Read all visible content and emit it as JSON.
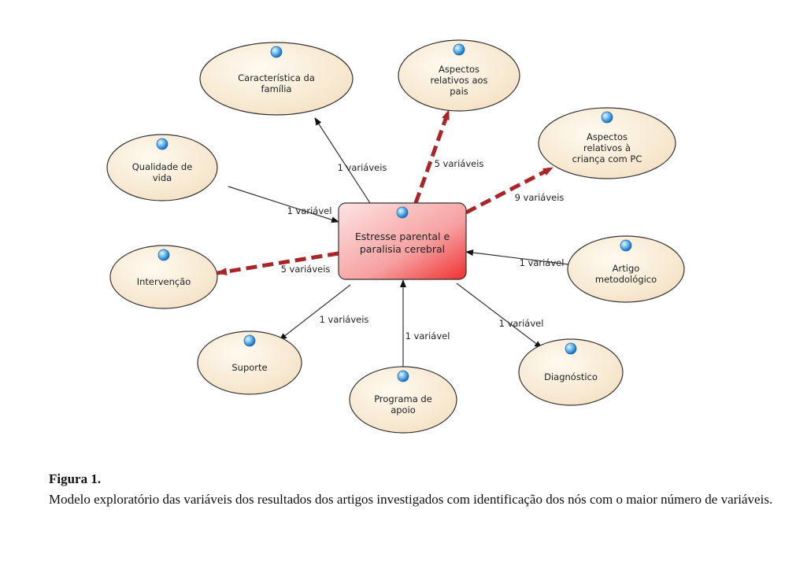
{
  "center": {
    "lines": [
      "Estresse parental e",
      "paralisia cerebral"
    ]
  },
  "nodes": [
    {
      "id": "familia",
      "lines": [
        "Característica da",
        "família"
      ]
    },
    {
      "id": "pais",
      "lines": [
        "Aspectos",
        "relativos aos",
        "pais"
      ]
    },
    {
      "id": "crianca",
      "lines": [
        "Aspectos",
        "relativos à",
        "criança com PC"
      ]
    },
    {
      "id": "qualidade",
      "lines": [
        "Qualidade de",
        "vida"
      ]
    },
    {
      "id": "artigo",
      "lines": [
        "Artigo",
        "metodológico"
      ]
    },
    {
      "id": "intervencao",
      "lines": [
        "Intervenção"
      ]
    },
    {
      "id": "suporte",
      "lines": [
        "Suporte"
      ]
    },
    {
      "id": "diagnostico",
      "lines": [
        "Diagnóstico"
      ]
    },
    {
      "id": "programa",
      "lines": [
        "Programa de",
        "apoio"
      ]
    }
  ],
  "edges": [
    {
      "node": "familia",
      "label": "1 variáveis",
      "emphasis": false,
      "direction": "out"
    },
    {
      "node": "pais",
      "label": "5 variáveis",
      "emphasis": true,
      "direction": "out"
    },
    {
      "node": "crianca",
      "label": "9 variáveis",
      "emphasis": true,
      "direction": "out"
    },
    {
      "node": "qualidade",
      "label": "1 variável",
      "emphasis": false,
      "direction": "in"
    },
    {
      "node": "artigo",
      "label": "1 variável",
      "emphasis": false,
      "direction": "in"
    },
    {
      "node": "intervencao",
      "label": "5 variáveis",
      "emphasis": true,
      "direction": "out"
    },
    {
      "node": "suporte",
      "label": "1 variáveis",
      "emphasis": false,
      "direction": "out"
    },
    {
      "node": "diagnostico",
      "label": "1 variável",
      "emphasis": false,
      "direction": "out"
    },
    {
      "node": "programa",
      "label": "1 variável",
      "emphasis": false,
      "direction": "in"
    }
  ],
  "colors": {
    "ellipse": "#f8e8cf",
    "emphasis": "#a8252a",
    "center_top": "#fde0e0",
    "center_bottom": "#f04040"
  },
  "caption": {
    "title": "Figura 1.",
    "body": "Modelo exploratório das variáveis dos resultados dos artigos investigados com identificação dos nós com o maior número de variáveis."
  }
}
